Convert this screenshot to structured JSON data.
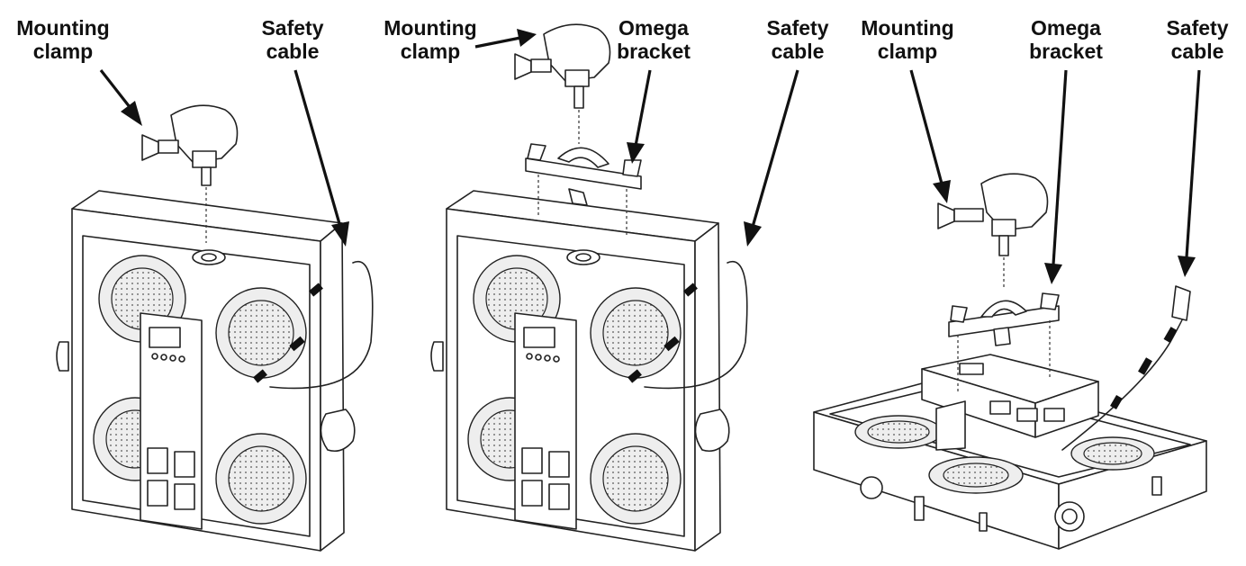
{
  "figures": [
    {
      "id": "panel-1",
      "callouts": [
        {
          "id": "clamp",
          "lines": [
            "Mounting",
            "clamp"
          ]
        },
        {
          "id": "safety",
          "lines": [
            "Safety",
            "cable"
          ]
        }
      ]
    },
    {
      "id": "panel-2",
      "callouts": [
        {
          "id": "clamp",
          "lines": [
            "Mounting",
            "clamp"
          ]
        },
        {
          "id": "omega",
          "lines": [
            "Omega",
            "bracket"
          ]
        },
        {
          "id": "safety",
          "lines": [
            "Safety",
            "cable"
          ]
        }
      ]
    },
    {
      "id": "panel-3",
      "callouts": [
        {
          "id": "clamp",
          "lines": [
            "Mounting",
            "clamp"
          ]
        },
        {
          "id": "omega",
          "lines": [
            "Omega",
            "bracket"
          ]
        },
        {
          "id": "safety",
          "lines": [
            "Safety",
            "cable"
          ]
        }
      ]
    }
  ],
  "colors": {
    "ink": "#111111",
    "background": "#ffffff"
  }
}
